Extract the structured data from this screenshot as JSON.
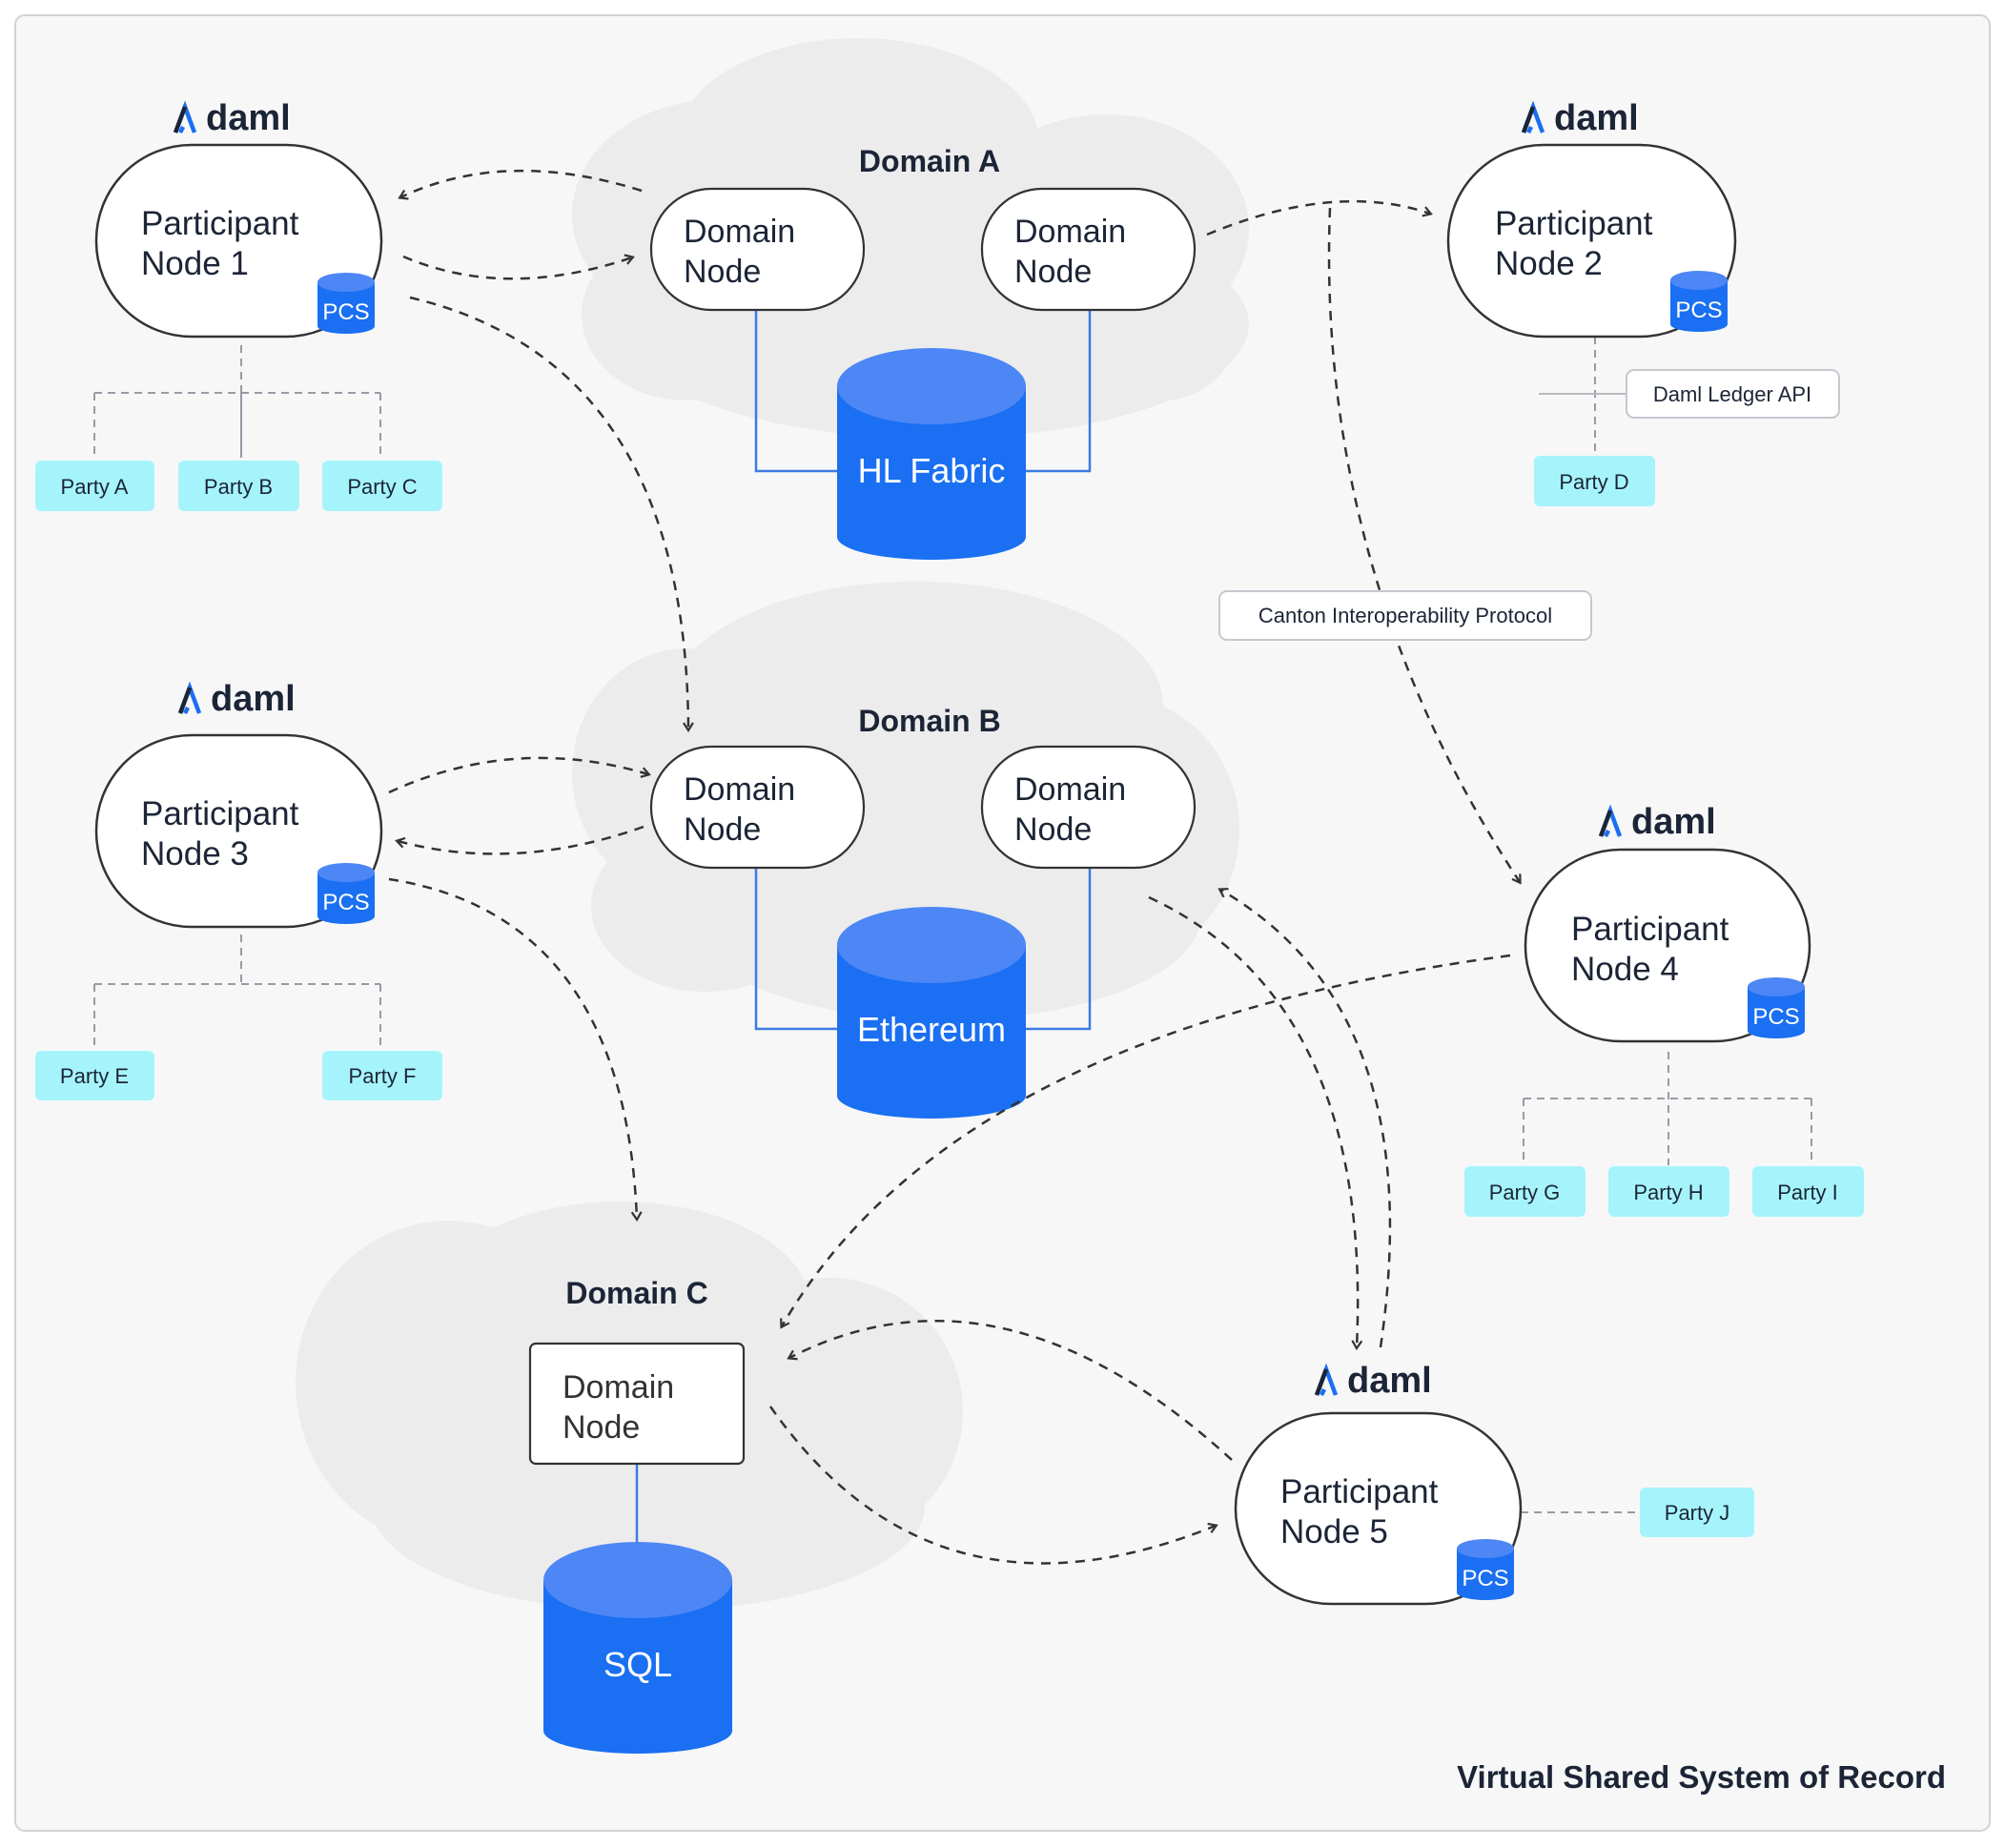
{
  "brand": {
    "logo_text": "daml",
    "accent_color": "#1a6ff2",
    "logo_mark_color": "#1a6ff2"
  },
  "colors": {
    "frame_bg": "#f7f7f8",
    "cloud": "#ececed",
    "node_border": "#333333",
    "db_blue": "#1a6ff2",
    "db_top": "#4d86f5",
    "party_bg": "#a6f4fb",
    "connector_blue": "#3d7be0",
    "dashed_gray": "#9a9aa5",
    "text_dark": "#1c2536"
  },
  "footer": {
    "title": "Virtual Shared System of Record"
  },
  "labels": {
    "ledger_api": "Daml Ledger API",
    "interop_protocol": "Canton Interoperability Protocol"
  },
  "domains": [
    {
      "name": "Domain A",
      "database": "HL Fabric",
      "node_labels": [
        [
          "Domain",
          "Node"
        ],
        [
          "Domain",
          "Node"
        ]
      ]
    },
    {
      "name": "Domain B",
      "database": "Ethereum",
      "node_labels": [
        [
          "Domain",
          "Node"
        ],
        [
          "Domain",
          "Node"
        ]
      ]
    },
    {
      "name": "Domain C",
      "database": "SQL",
      "node_labels": [
        [
          "Domain",
          "Node"
        ]
      ]
    }
  ],
  "participants": [
    {
      "line1": "Participant",
      "line2": "Node 1",
      "badge": "PCS",
      "parties": [
        "Party A",
        "Party B",
        "Party C"
      ]
    },
    {
      "line1": "Participant",
      "line2": "Node 2",
      "badge": "PCS",
      "parties": [
        "Party D"
      ]
    },
    {
      "line1": "Participant",
      "line2": "Node 3",
      "badge": "PCS",
      "parties": [
        "Party E",
        "Party F"
      ]
    },
    {
      "line1": "Participant",
      "line2": "Node 4",
      "badge": "PCS",
      "parties": [
        "Party G",
        "Party H",
        "Party I"
      ]
    },
    {
      "line1": "Participant",
      "line2": "Node 5",
      "badge": "PCS",
      "parties": [
        "Party J"
      ]
    }
  ]
}
